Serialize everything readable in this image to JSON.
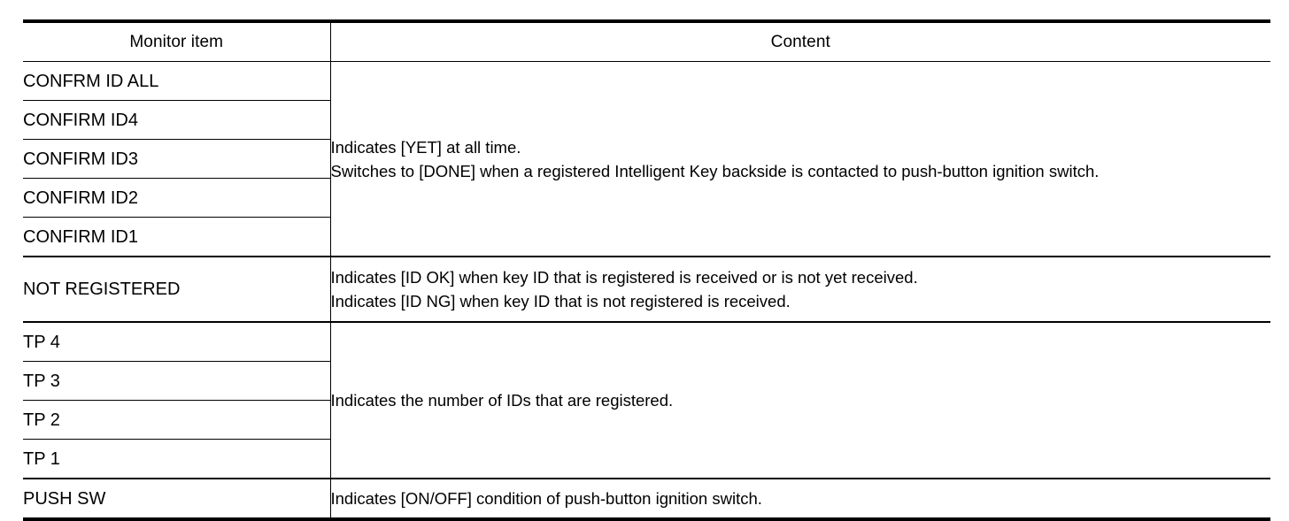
{
  "table": {
    "headers": {
      "item": "Monitor item",
      "content": "Content"
    },
    "groups": [
      {
        "id": "confirm-id",
        "items": [
          "CONFRM ID ALL",
          "CONFIRM ID4",
          "CONFIRM ID3",
          "CONFIRM ID2",
          "CONFIRM ID1"
        ],
        "content_lines": [
          "Indicates [YET] at all time.",
          "Switches to [DONE] when a registered Intelligent Key backside is contacted to push-button ignition switch."
        ]
      },
      {
        "id": "not-registered",
        "items": [
          "NOT REGISTERED"
        ],
        "content_lines": [
          "Indicates [ID OK] when key ID that is registered is received or is not yet received.",
          "Indicates [ID NG] when key ID that is not registered is received."
        ]
      },
      {
        "id": "tp",
        "items": [
          "TP 4",
          "TP 3",
          "TP 2",
          "TP 1"
        ],
        "content_lines": [
          "Indicates the number of IDs that are registered."
        ]
      },
      {
        "id": "push-sw",
        "items": [
          "PUSH SW"
        ],
        "content_lines": [
          "Indicates [ON/OFF] condition of push-button ignition switch."
        ]
      }
    ]
  }
}
